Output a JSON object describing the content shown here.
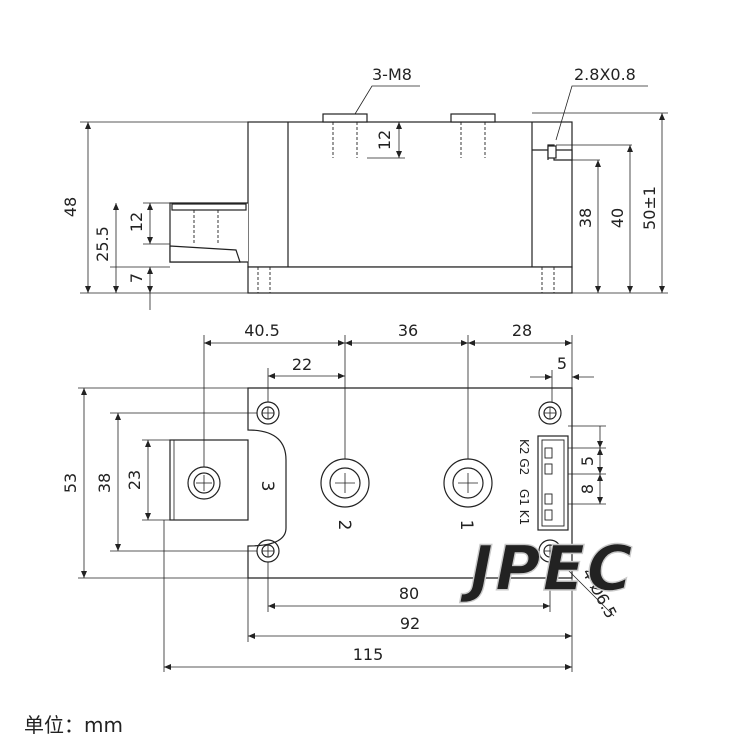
{
  "side_view": {
    "callout_thread": "3-M8",
    "callout_tab": "2.8X0.8",
    "dim_height_total": "48",
    "dim_bolt_depth": "12",
    "dim_terminal_height": "25.5",
    "dim_side_bolt_depth": "12",
    "dim_base_height": "7",
    "dim_tab_height": "38",
    "dim_tab_top": "40",
    "dim_overall": "50±1"
  },
  "top_view": {
    "dim_pitch_3_2": "40.5",
    "dim_pitch_2_1": "36",
    "dim_pitch_1_edge": "28",
    "dim_hole_to_2": "22",
    "dim_right_offset": "5",
    "dim_width_total": "53",
    "dim_hole_spacing_v": "38",
    "dim_tab_width": "23",
    "dim_tab_pitch_a": "5",
    "dim_tab_pitch_b": "8",
    "dim_hole_spacing_h": "80",
    "dim_body_length": "92",
    "dim_overall_length": "115",
    "callout_holes": "4-Ø6.5",
    "pin_3": "3",
    "pin_2": "2",
    "pin_1": "1",
    "gate_label_top": "K2 G2",
    "gate_label_bottom": "G1 K1"
  },
  "unit_label": "单位：mm",
  "watermark": "JPEC"
}
